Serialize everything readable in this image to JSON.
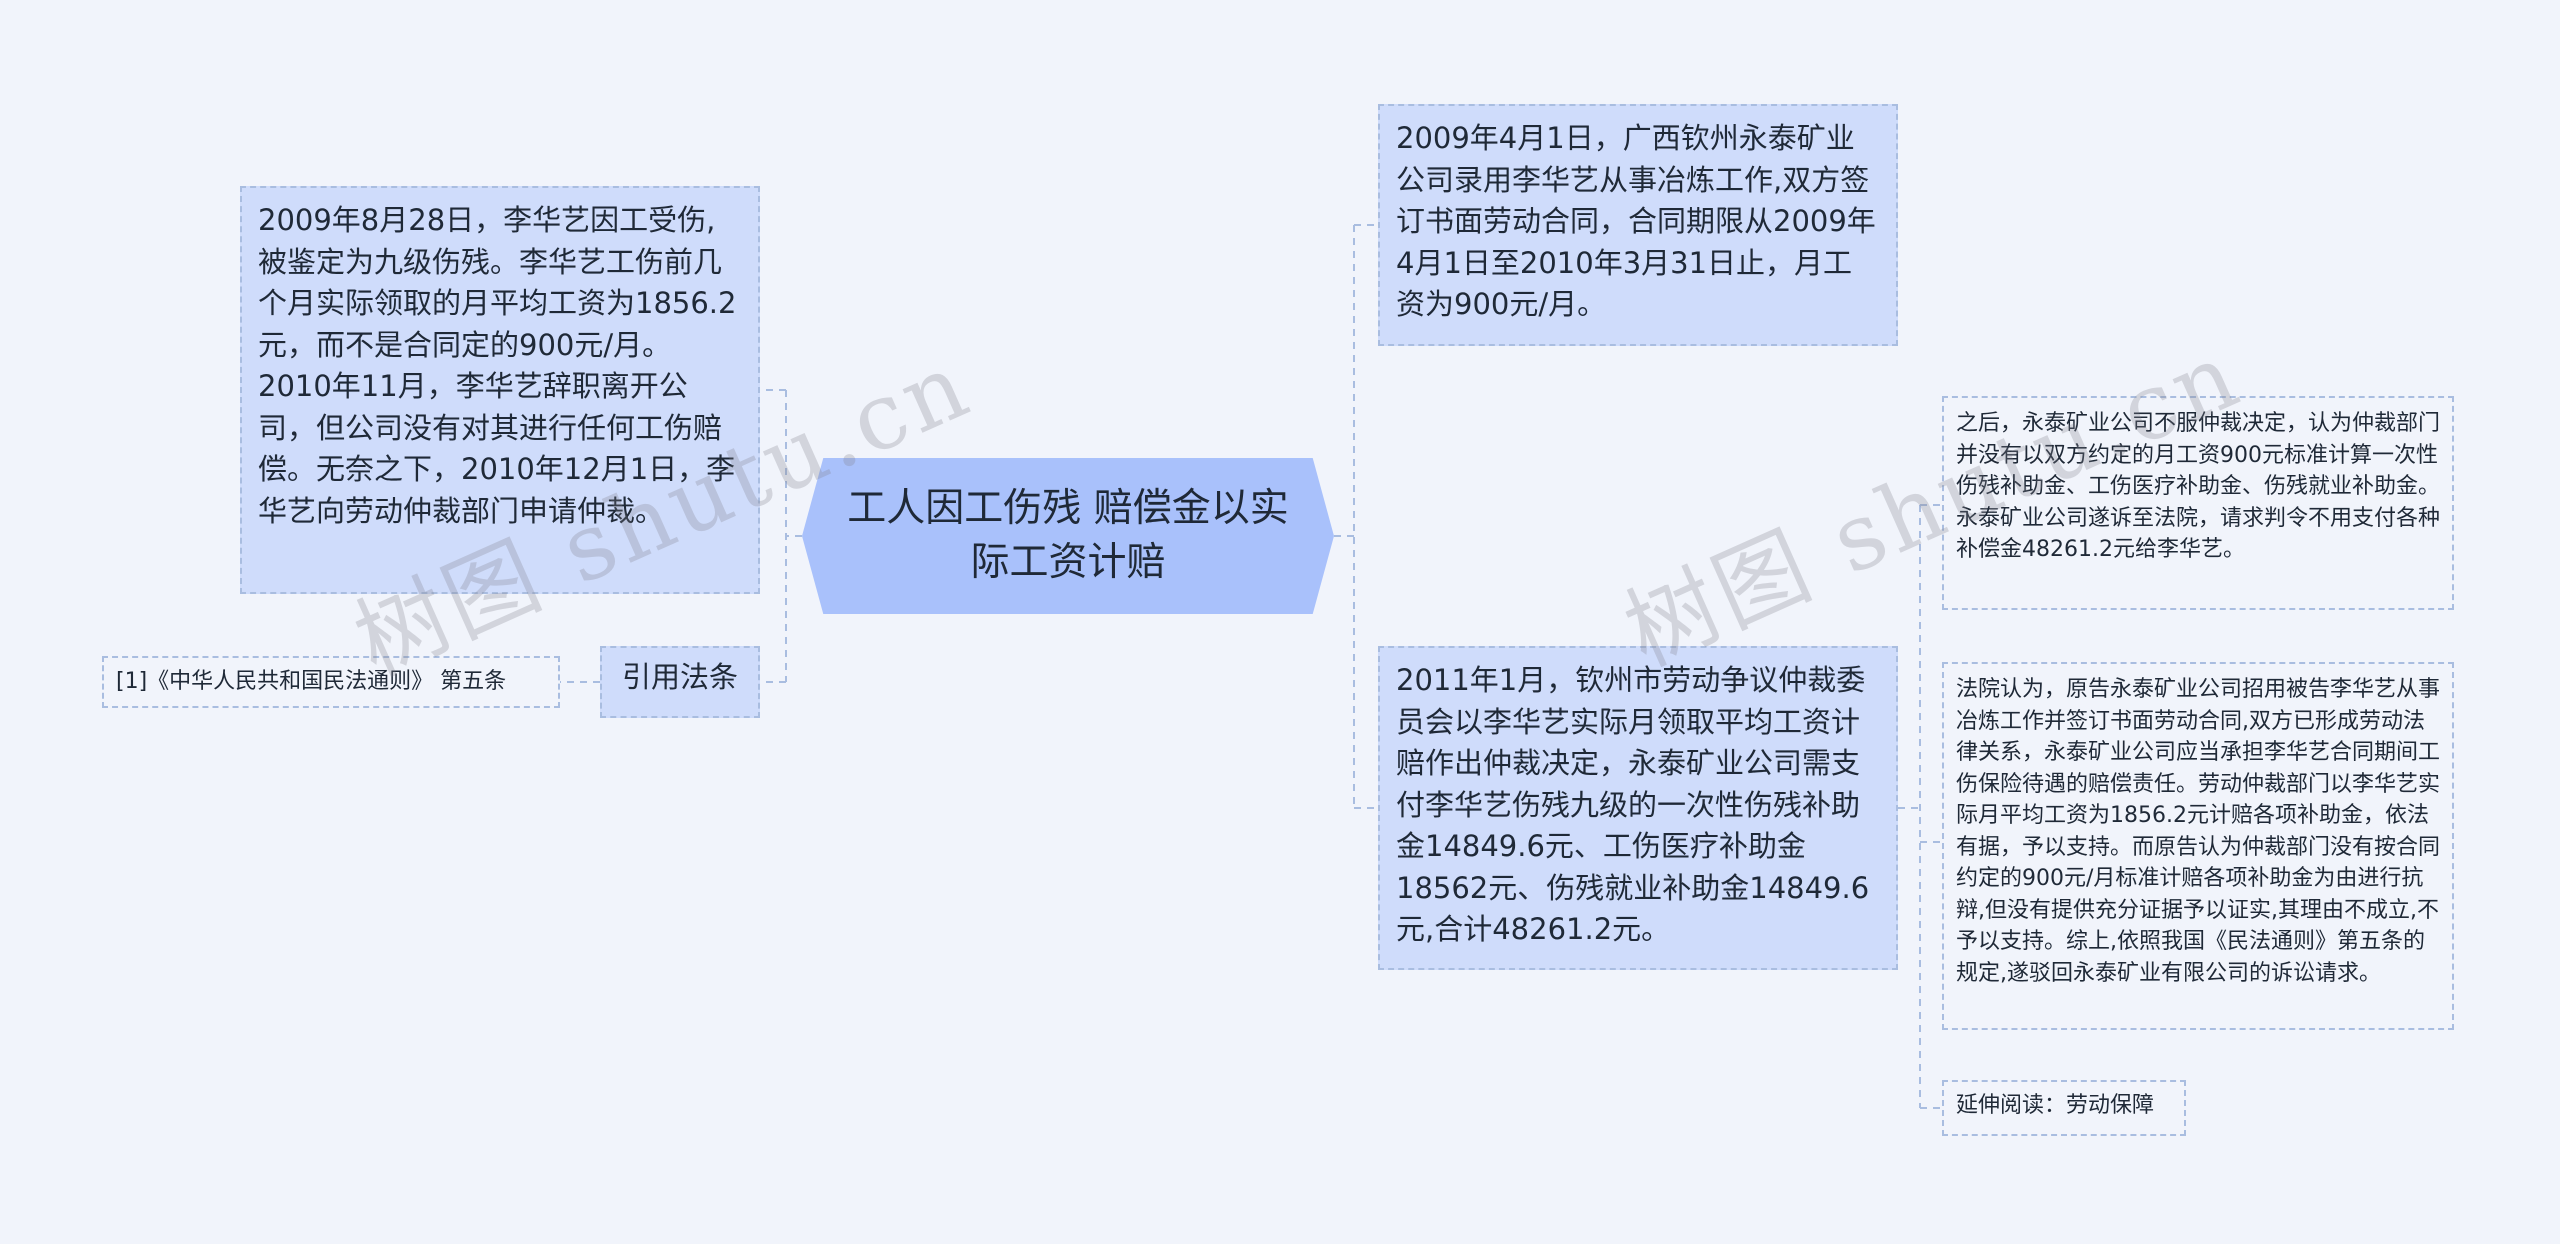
{
  "root": {
    "title": "工人因工伤残 赔偿金以实际工资计赔"
  },
  "left": {
    "fact_note": "2009年8月28日，李华艺因工受伤,被鉴定为九级伤残。李华艺工伤前几个月实际领取的月平均工资为1856.2元，而不是合同定的900元/月。2010年11月，李华艺辞职离开公司，但公司没有对其进行任何工伤赔偿。无奈之下，2010年12月1日，李华艺向劳动仲裁部门申请仲裁。",
    "law_label": "引用法条",
    "law_item": "[1]《中华人民共和国民法通则》 第五条"
  },
  "right": {
    "contract_note": "2009年4月1日，广西钦州永泰矿业公司录用李华艺从事冶炼工作,双方签订书面劳动合同，合同期限从2009年4月1日至2010年3月31日止，月工资为900元/月。",
    "arbitration_note": "2011年1月，钦州市劳动争议仲裁委员会以李华艺实际月领取平均工资计赔作出仲裁决定，永泰矿业公司需支付李华艺伤残九级的一次性伤残补助金14849.6元、工伤医疗补助金18562元、伤残就业补助金14849.6元,合计48261.2元。",
    "lawsuit_note": "之后，永泰矿业公司不服仲裁决定，认为仲裁部门并没有以双方约定的月工资900元标准计算一次性伤残补助金、工伤医疗补助金、伤残就业补助金。永泰矿业公司遂诉至法院，请求判令不用支付各种补偿金48261.2元给李华艺。",
    "court_note": "法院认为，原告永泰矿业公司招用被告李华艺从事冶炼工作并签订书面劳动合同,双方已形成劳动法律关系，永泰矿业公司应当承担李华艺合同期间工伤保险待遇的赔偿责任。劳动仲裁部门以李华艺实际月平均工资为1856.2元计赔各项补助金，依法有据，予以支持。而原告认为仲裁部门没有按合同约定的900元/月标准计赔各项补助金为由进行抗辩,但没有提供充分证据予以证实,其理由不成立,不予以支持。综上,依照我国《民法通则》第五条的规定,遂驳回永泰矿业有限公司的诉讼请求。",
    "extend_reading": "延伸阅读：劳动保障"
  },
  "watermark": {
    "text": "树图 shutu.cn"
  },
  "colors": {
    "node_fill": "#cfdcfb",
    "root_fill": "#a9c1fb",
    "border": "#a9bde0",
    "background": "#f1f4fb"
  }
}
